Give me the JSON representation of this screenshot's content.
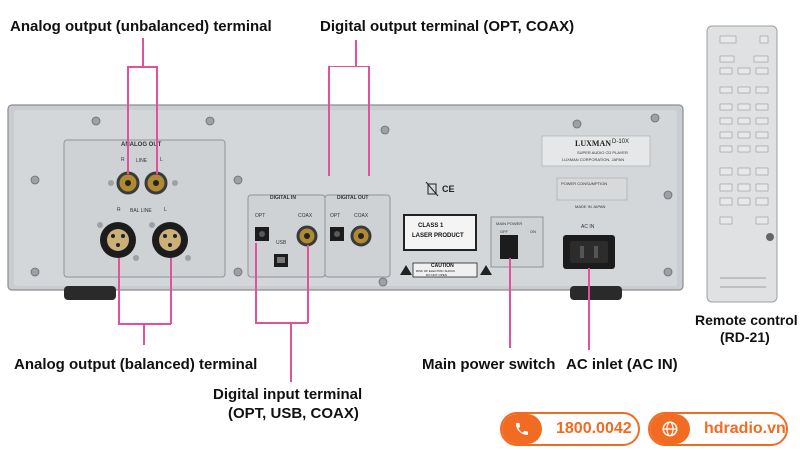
{
  "labels": {
    "analog_unbalanced": "Analog output (unbalanced) terminal",
    "digital_output": "Digital output terminal (OPT, COAX)",
    "analog_balanced": "Analog output (balanced) terminal",
    "digital_input_line1": "Digital input terminal",
    "digital_input_line2": "(OPT, USB, COAX)",
    "main_power": "Main power switch",
    "ac_inlet": "AC inlet (AC IN)",
    "remote_line1": "Remote control",
    "remote_line2": "(RD-21)"
  },
  "panel": {
    "analog_out": "ANALOG OUT",
    "line": "LINE",
    "r": "R",
    "l": "L",
    "bal_line": "BAL LINE",
    "digital_in": "DIGITAL IN",
    "digital_out": "DIGITAL OUT",
    "opt": "OPT",
    "usb": "USB",
    "coax": "COAX",
    "brand": "LUXMAN",
    "model": "D-10X",
    "model_desc": "SUPER AUDIO CD PLAYER",
    "company": "LUXMAN CORPORATION, JAPAN",
    "power_consumption": "POWER CONSUMPTION",
    "made_in": "MADE IN JAPAN",
    "ce": "CE",
    "class1_line1": "CLASS 1",
    "class1_line2": "LASER PRODUCT",
    "caution": "CAUTION",
    "caution_sub1": "RISK OF ELECTRIC SHOCK",
    "caution_sub2": "DO NOT OPEN",
    "main_power": "MAIN POWER",
    "off": "OFF",
    "on": "ON",
    "ac_in": "AC IN"
  },
  "contact": {
    "phone": "1800.0042",
    "website": "hdradio.vn",
    "phone_icon": "phone-icon",
    "globe_icon": "globe-icon"
  },
  "colors": {
    "callout": "#e0529c",
    "accent": "#f26b22"
  }
}
